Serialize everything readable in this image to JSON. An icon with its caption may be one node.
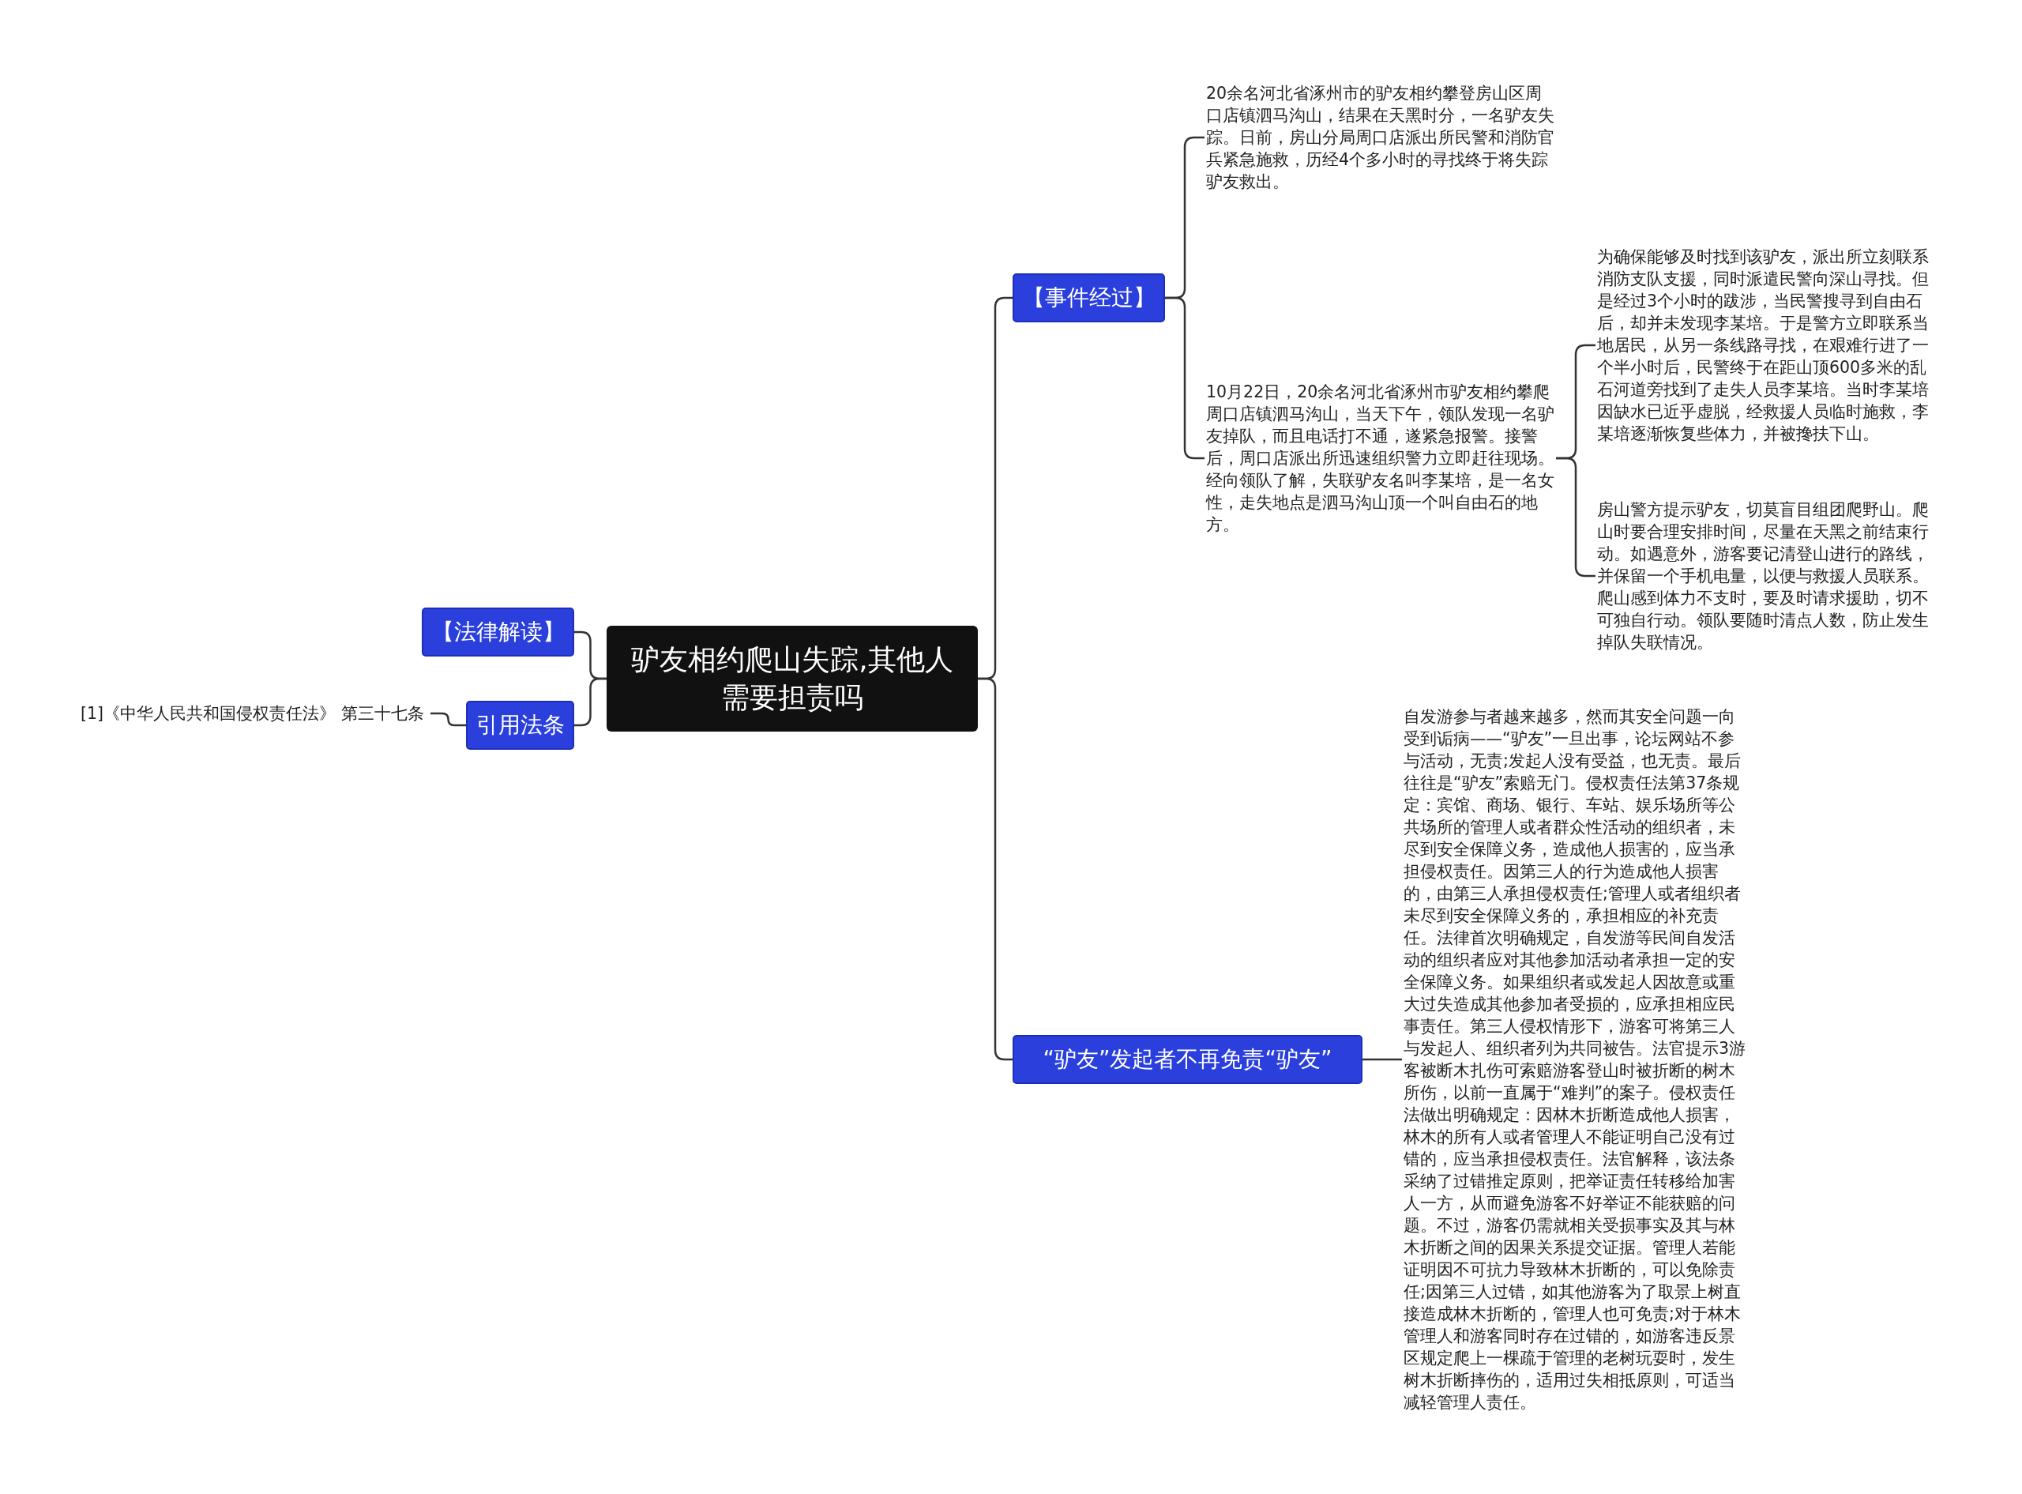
{
  "diagram": {
    "nodes": [
      {
        "text": [
          "驴友相约爬山失踪,其他人需要担责吗"
        ]
      },
      {
        "text": [
          "【法律解读】"
        ]
      },
      {
        "text": [
          "引用法条"
        ]
      },
      {
        "text": [
          "[1]《中华人民共和国侵权责任法》 第三十七条"
        ]
      },
      {
        "text": [
          "【事件经过】"
        ]
      },
      {
        "text": [
          "20余名河北省涿州市的驴友相约攀登房山区周口店镇泗马沟山，结果在天黑时分，一名驴友失踪。日前，房山分局周口店派出所民警和消防官兵紧急施救，历经4个多小时的寻找终于将失踪驴友救出。"
        ]
      },
      {
        "text": [
          "10月22日，20余名河北省涿州市驴友相约攀爬周口店镇泗马沟山，当天下午，领队发现一名驴友掉队，而且电话打不通，遂紧急报警。接警后，周口店派出所迅速组织警力立即赶往现场。经向领队了解，失联驴友名叫李某培，是一名女性，走失地点是泗马沟山顶一个叫自由石的地方。"
        ]
      },
      {
        "text": [
          "为确保能够及时找到该驴友，派出所立刻联系消防支队支援，同时派遣民警向深山寻找。但是经过3个小时的跋涉，当民警搜寻到自由石后，却并未发现李某培。于是警方立即联系当地居民，从另一条线路寻找，在艰难行进了一个半小时后，民警终于在距山顶600多米的乱石河道旁找到了走失人员李某培。当时李某培因缺水已近乎虚脱，经救援人员临时施救，李某培逐渐恢复些体力，并被搀扶下山。"
        ]
      },
      {
        "text": [
          "房山警方提示驴友，切莫盲目组团爬野山。爬山时要合理安排时间，尽量在天黑之前结束行动。如遇意外，游客要记清登山进行的路线，并保留一个手机电量，以便与救援人员联系。爬山感到体力不支时，要及时请求援助，切不可独自行动。领队要随时清点人数，防止发生掉队失联情况。"
        ]
      },
      {
        "text": [
          "“驴友”发起者不再免责“驴友”"
        ]
      },
      {
        "text": [
          "自发游参与者越来越多，然而其安全问题一向受到诟病——“驴友”一旦出事，论坛网站不参与活动，无责;发起人没有受益，也无责。最后往往是“驴友”索赔无门。侵权责任法第37条规定：宾馆、商场、银行、车站、娱乐场所等公共场所的管理人或者群众性活动的组织者，未尽到安全保障义务，造成他人损害的，应当承担侵权责任。因第三人的行为造成他人损害的，由第三人承担侵权责任;管理人或者组织者未尽到安全保障义务的，承担相应的补充责任。法律首次明确规定，自发游等民间自发活动的组织者应对其他参加活动者承担一定的安全保障义务。如果组织者或发起人因故意或重大过失造成其他参加者受损的，应承担相应民事责任。第三人侵权情形下，游客可将第三人与发起人、组织者列为共同被告。法官提示3游客被断木扎伤可索赔游客登山时被折断的树木所伤，以前一直属于“难判”的案子。侵权责任法做出明确规定：因林木折断造成他人损害，林木的所有人或者管理人不能证明自己没有过错的，应当承担侵权责任。法官解释，该法条采纳了过错推定原则，把举证责任转移给加害人一方，从而避免游客不好举证不能获赔的问题。不过，游客仍需就相关受损事实及其与林木折断之间的因果关系提交证据。管理人若能证明因不可抗力导致林木折断的，可以免除责任;因第三人过错，如其他游客为了取景上树直接造成林木折断的，管理人也可免责;对于林木管理人和游客同时存在过错的，如游客违反景区规定爬上一棵疏于管理的老树玩耍时，发生树木折断摔伤的，适用过失相抵原则，可适当减轻管理人责任。"
        ]
      }
    ],
    "edges": [
      {
        "from": 0,
        "to": 1,
        "arrow": "none"
      },
      {
        "from": 0,
        "to": 2,
        "arrow": "none"
      },
      {
        "from": 2,
        "to": 3,
        "arrow": "none"
      },
      {
        "from": 0,
        "to": 4,
        "arrow": "none"
      },
      {
        "from": 4,
        "to": 5,
        "arrow": "none"
      },
      {
        "from": 4,
        "to": 6,
        "arrow": "none"
      },
      {
        "from": 6,
        "to": 7,
        "arrow": "none"
      },
      {
        "from": 6,
        "to": 8,
        "arrow": "none"
      },
      {
        "from": 0,
        "to": 9,
        "arrow": "none"
      },
      {
        "from": 9,
        "to": 10,
        "arrow": "none"
      }
    ]
  }
}
